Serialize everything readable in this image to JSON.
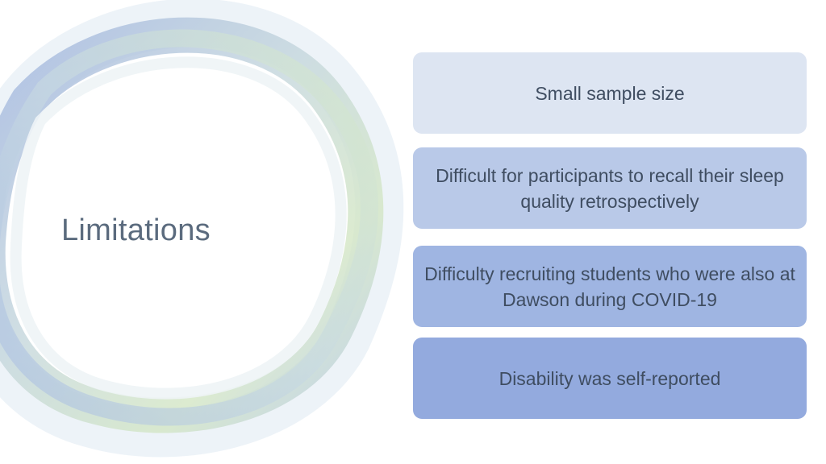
{
  "slide": {
    "title": "Limitations",
    "items": [
      {
        "text": "Small sample size",
        "color": "#dde5f2"
      },
      {
        "text": "Difficult for participants to recall their sleep quality retrospectively",
        "color": "#b9c9e8"
      },
      {
        "text": "Difficulty recruiting students who were also at Dawson during COVID-19",
        "color": "#9fb5e2"
      },
      {
        "text": "Disability was self-reported",
        "color": "#93aade"
      }
    ]
  },
  "theme": {
    "title_color": "#5b6b7e",
    "ring_blue": "#a8bbe0",
    "ring_green": "#cfe3bf"
  }
}
